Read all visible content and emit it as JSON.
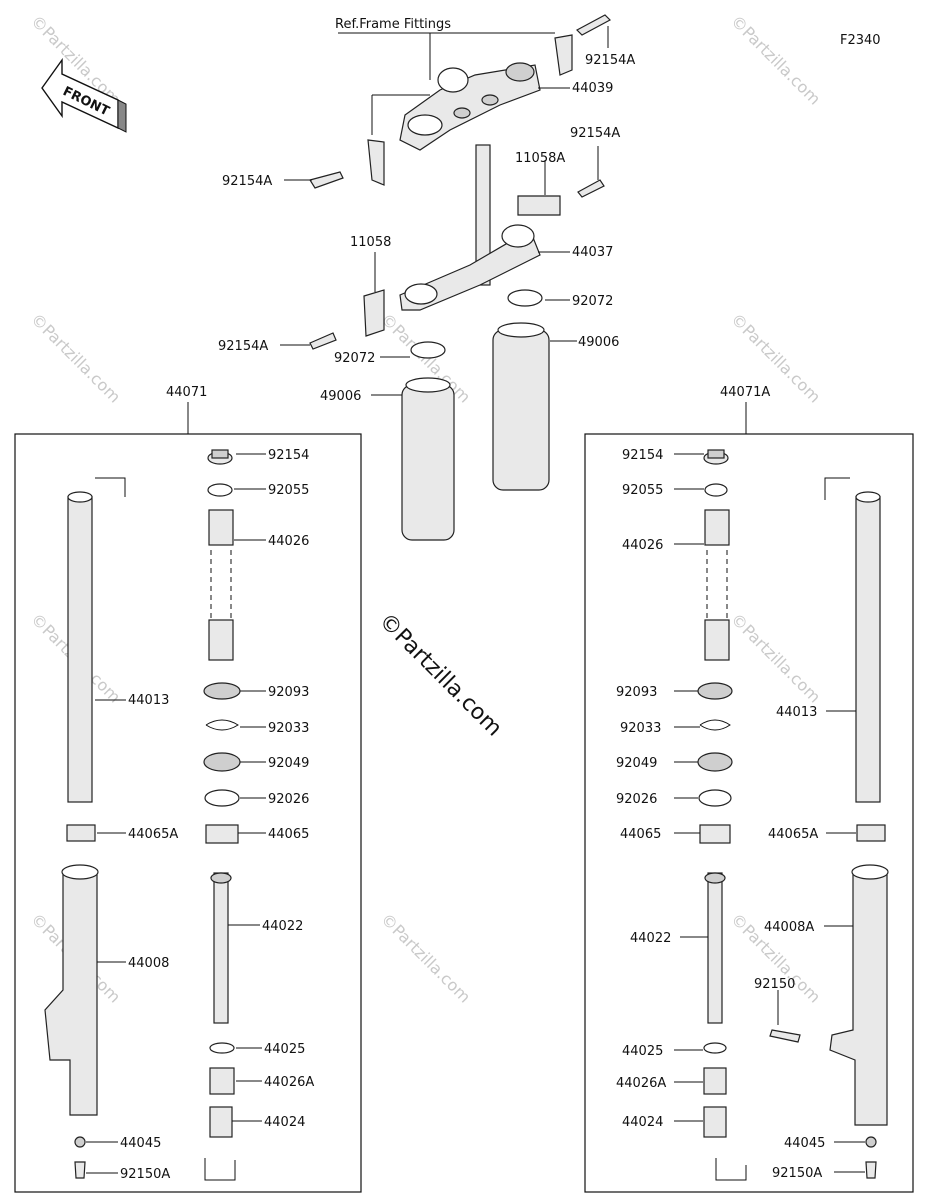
{
  "diagram_code": "F2340",
  "front_label": "FRONT",
  "ref_note": "Ref.Frame Fittings",
  "watermark": "©Partzilla.com",
  "labels": {
    "b_92154A_top": "92154A",
    "b_44039": "44039",
    "b_92154A_left1": "92154A",
    "b_92154A_right2": "92154A",
    "b_11058A": "11058A",
    "b_44037": "44037",
    "b_11058": "11058",
    "b_92072_r": "92072",
    "b_92154A_left2": "92154A",
    "b_92072_l": "92072",
    "b_49006_r": "49006",
    "b_49006_l": "49006",
    "b_44071": "44071",
    "b_44071A": "44071A",
    "L_92154": "92154",
    "L_92055": "92055",
    "L_44026": "44026",
    "L_44013": "44013",
    "L_92093": "92093",
    "L_92033": "92033",
    "L_92049": "92049",
    "L_92026": "92026",
    "L_44065A": "44065A",
    "L_44065": "44065",
    "L_44022": "44022",
    "L_44008": "44008",
    "L_44025": "44025",
    "L_44026A": "44026A",
    "L_44024": "44024",
    "L_44045": "44045",
    "L_92150A": "92150A",
    "R_92154": "92154",
    "R_92055": "92055",
    "R_44026": "44026",
    "R_92093": "92093",
    "R_44013": "44013",
    "R_92033": "92033",
    "R_92049": "92049",
    "R_92026": "92026",
    "R_44065": "44065",
    "R_44065A": "44065A",
    "R_44022": "44022",
    "R_44008A": "44008A",
    "R_92150": "92150",
    "R_44025": "44025",
    "R_44026A": "44026A",
    "R_44024": "44024",
    "R_44045": "44045",
    "R_92150A": "92150A"
  }
}
